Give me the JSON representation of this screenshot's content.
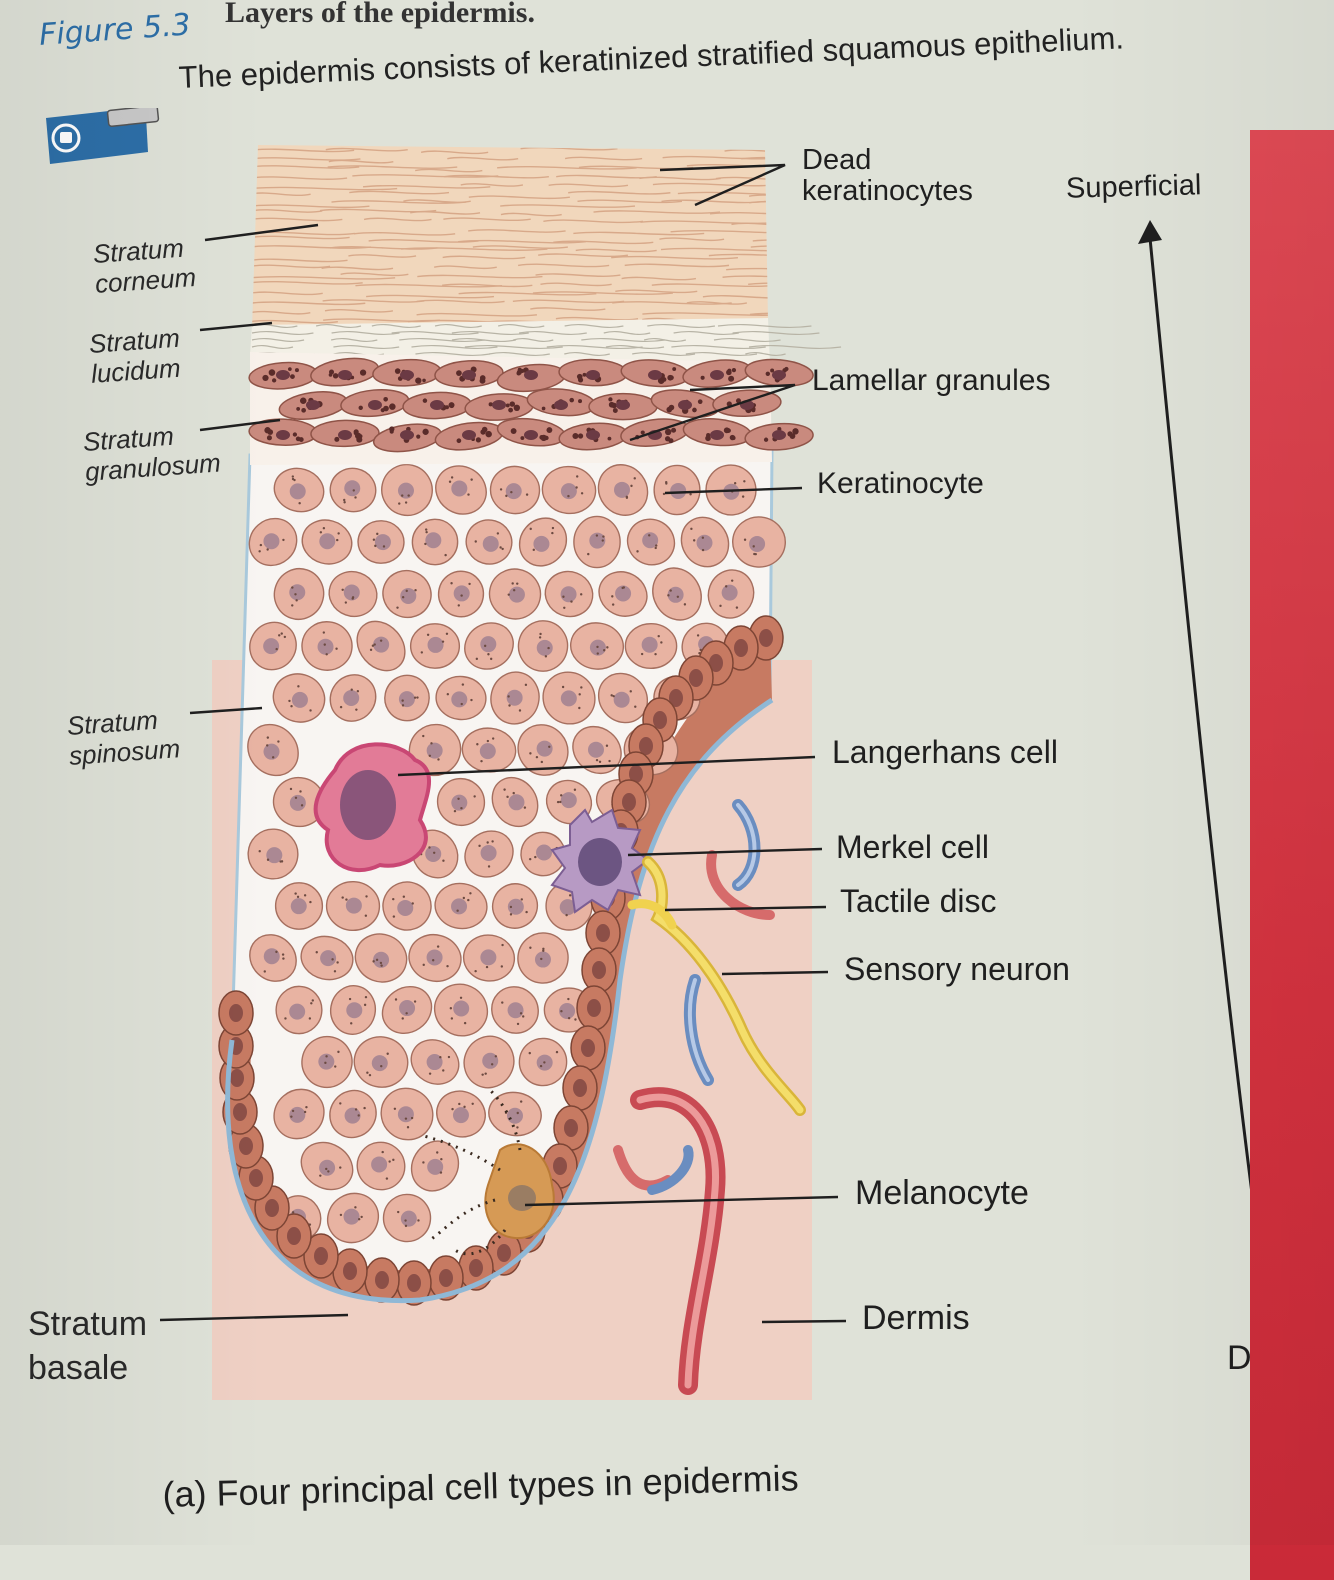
{
  "header": {
    "figure_label": "Figure 5.3",
    "figure_title": "Layers of the epidermis.",
    "subtitle": "The epidermis consists of keratinized stratified squamous epithelium."
  },
  "labels_left": {
    "stratum_corneum": [
      "Stratum",
      "corneum"
    ],
    "stratum_lucidum": [
      "Stratum",
      "lucidum"
    ],
    "stratum_granulosum": [
      "Stratum",
      "granulosum"
    ],
    "stratum_spinosum": [
      "Stratum",
      "spinosum"
    ],
    "stratum_basale": [
      "Stratum",
      "basale"
    ]
  },
  "labels_right": {
    "dead_keratinocytes": [
      "Dead",
      "keratinocytes"
    ],
    "lamellar_granules": "Lamellar granules",
    "keratinocyte": "Keratinocyte",
    "langerhans_cell": "Langerhans cell",
    "merkel_cell": "Merkel cell",
    "tactile_disc": "Tactile disc",
    "sensory_neuron": "Sensory neuron",
    "melanocyte": "Melanocyte",
    "dermis": "Dermis"
  },
  "direction": {
    "superficial": "Superficial",
    "deep": "Deep"
  },
  "caption": "(a) Four principal cell types in epidermis",
  "colors": {
    "corneum": "#f1d7bc",
    "lucidum": "#f3f0e6",
    "granulosum": "#c98a7e",
    "spinosum": "#e8b3a2",
    "basale": "#c77a62",
    "dermis": "#efcfc3",
    "figure_blue": "#2d6fa8",
    "sensory_yellow": "#efd24a",
    "langerhans_pink": "#d14f74",
    "merkel_purple": "#8a6a99"
  }
}
